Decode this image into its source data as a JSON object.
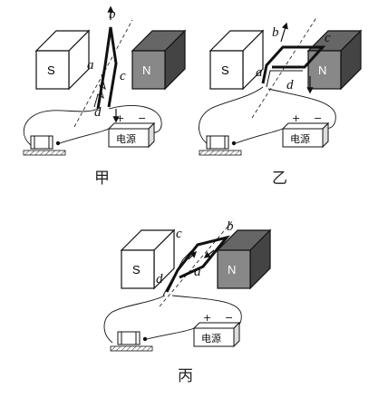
{
  "panels": [
    {
      "caption": "甲",
      "magnet_left": "S",
      "magnet_right": "N",
      "coil_labels": {
        "a": "a",
        "b": "b",
        "c": "c",
        "d": "d"
      },
      "battery_label": "电源",
      "plus": "+",
      "minus": "−"
    },
    {
      "caption": "乙",
      "magnet_left": "S",
      "magnet_right": "N",
      "coil_labels": {
        "a": "a",
        "b": "b",
        "c": "c",
        "d": "d"
      },
      "battery_label": "电源",
      "plus": "+",
      "minus": "−"
    },
    {
      "caption": "丙",
      "magnet_left": "S",
      "magnet_right": "N",
      "coil_labels": {
        "a": "a",
        "b": "b",
        "c": "c",
        "d": "d"
      },
      "battery_label": "电源",
      "plus": "+",
      "minus": "−"
    }
  ],
  "colors": {
    "north_pole_fill": "#555555",
    "south_pole_fill": "#ffffff",
    "line": "#111111"
  }
}
